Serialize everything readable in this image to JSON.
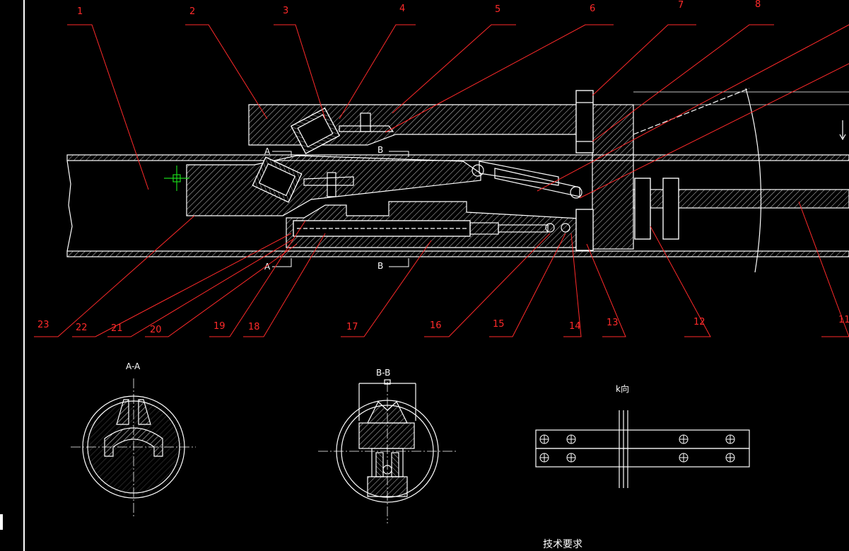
{
  "drawing": {
    "part_numbers": [
      "1",
      "2",
      "3",
      "4",
      "5",
      "6",
      "7",
      "8",
      "11",
      "12",
      "13",
      "14",
      "15",
      "16",
      "17",
      "18",
      "19",
      "20",
      "21",
      "22",
      "23"
    ],
    "section_marks": {
      "a": "A",
      "b": "B"
    },
    "views": {
      "section_aa": "A-A",
      "section_bb": "B-B",
      "k_view": "k向"
    },
    "technical_requirements": "技术要求",
    "colors": {
      "background": "#000000",
      "lines": "#ffffff",
      "leaders": "#ff2a2a",
      "centerlines": "#ffffff"
    }
  }
}
